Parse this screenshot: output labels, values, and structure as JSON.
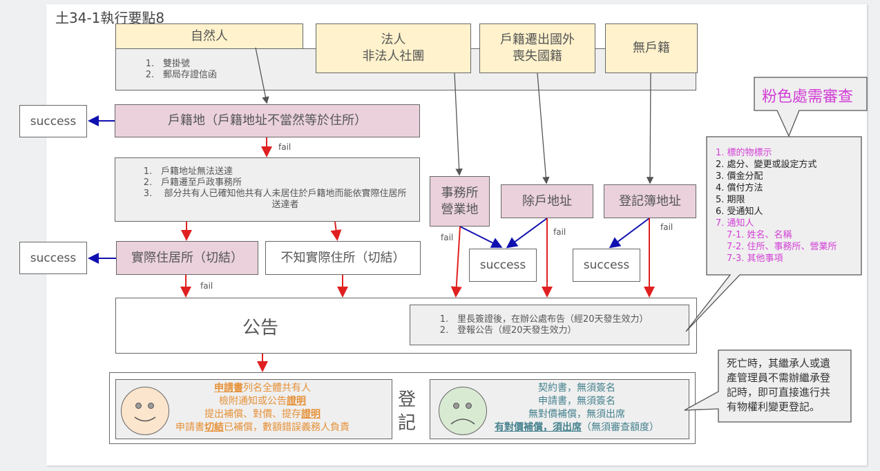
{
  "title": "土34-1執行要點8",
  "top_boxes": {
    "natural_person": "自然人",
    "natural_person_list": [
      "雙掛號",
      "郵局存證信函"
    ],
    "legal_person_line1": "法人",
    "legal_person_line2": "非法人社團",
    "emigrated_line1": "戶籍遷出國外",
    "emigrated_line2": "喪失國籍",
    "no_household": "無戶籍"
  },
  "nodes": {
    "household_registration": "戶籍地（戶籍地址不當然等於住所）",
    "household_fail_list": [
      "戶籍地址無法送達",
      "戶籍遷至戶政事務所",
      "部分共有人已確知他共有人未居住於戶籍地而能依實際住居所送達者"
    ],
    "actual_residence": "實際住居所（切結）",
    "unknown_residence": "不知實際住所（切結）",
    "office_line1": "事務所",
    "office_line2": "營業地",
    "removed_address": "除戶地址",
    "registry_address": "登記簿地址",
    "announcement": "公告",
    "announcement_list": [
      "里長簽證後，在辦公處布告（經20天發生效力）",
      "登報公告（經20天發生效力）"
    ],
    "registration_char1": "登",
    "registration_char2": "記"
  },
  "labels": {
    "success": "success",
    "fail": "fail"
  },
  "callout_pink": {
    "title": "粉色處需審查",
    "items": [
      {
        "text": "1. 標的物標示",
        "color": "pink"
      },
      {
        "text": "2. 處分、變更或設定方式",
        "color": "black"
      },
      {
        "text": "3. 價金分配",
        "color": "black"
      },
      {
        "text": "4. 償付方法",
        "color": "black"
      },
      {
        "text": "5. 期限",
        "color": "black"
      },
      {
        "text": "6. 受通知人",
        "color": "black"
      },
      {
        "text": "7. 通知人",
        "color": "pink"
      },
      {
        "text": "7-1. 姓名、名稱",
        "color": "pink",
        "indent": true
      },
      {
        "text": "7-2. 住所、事務所、營業所",
        "color": "pink",
        "indent": true
      },
      {
        "text": "7-3. 其他事項",
        "color": "pink",
        "indent": true
      }
    ]
  },
  "happy_panel": {
    "line1_bold": "申請書",
    "line1_rest": "列名全體共有人",
    "line2_rest": "檢附通知或公告",
    "line2_bold": "證明",
    "line3_rest": "提出補償、對價、提存",
    "line3_bold": "證明",
    "line4_pre": "申請書",
    "line4_bold": "切結",
    "line4_rest": "已補償，數額錯誤義務人負責"
  },
  "sad_panel": {
    "lines": [
      "契約書，無須簽名",
      "申請書，無須簽名",
      "無對價補償，無須出席"
    ],
    "line4_bold": "有對價補償，須出席",
    "line4_rest": "（無須審查額度）"
  },
  "callout_death": {
    "lines": [
      "死亡時，其繼承人或遺",
      "產管理員不需辦繼承登",
      "記時，即可直接進行共",
      "有物權利變更登記。"
    ]
  },
  "colors": {
    "yellow": "#fff2cc",
    "pink_fill": "#ead1dc",
    "grey_fill": "#efefef",
    "fail_arrow": "#e02020",
    "success_arrow": "#1010b0",
    "review_text": "#d23fd6",
    "orange_text": "#e69138",
    "teal_text": "#45818e",
    "happy_face": "#fce5cd",
    "sad_face": "#d9ead3"
  }
}
